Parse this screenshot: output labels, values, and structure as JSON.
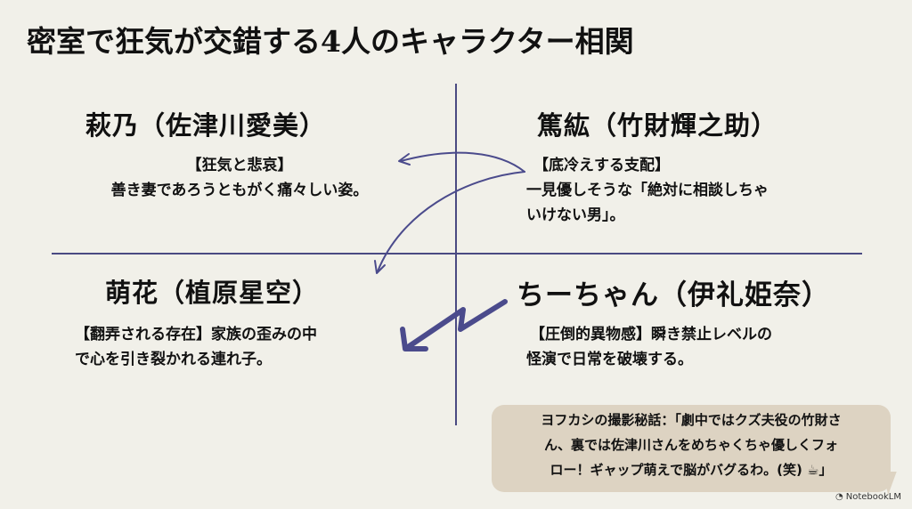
{
  "title": "密室で狂気が交錯する4人のキャラクター相関",
  "quadrants": {
    "top_left": {
      "name": "萩乃（佐津川愛美）",
      "tag": "【狂気と悲哀】",
      "desc_lines": [
        "善き妻であろうともがく痛々しい姿。"
      ]
    },
    "top_right": {
      "name": "篤紘（竹財輝之助）",
      "tag": "【底冷えする支配】",
      "desc_lines": [
        "一見優しそうな「絶対に相談しちゃ",
        "いけない男」。"
      ]
    },
    "bottom_left": {
      "name": "萌花（植原星空）",
      "desc_lines": [
        "【翻弄される存在】家族の歪みの中",
        "で心を引き裂かれる連れ子。"
      ]
    },
    "bottom_right": {
      "name": "ちーちゃん（伊礼姫奈）",
      "desc_lines": [
        "【圧倒的異物感】瞬き禁止レベルの",
        "怪演で日常を破壊する。"
      ]
    }
  },
  "arrows": [
    {
      "from": "篤紘",
      "to": "萩乃",
      "style": "curved-thin"
    },
    {
      "from": "篤紘",
      "to": "萌花",
      "style": "curved-thin"
    },
    {
      "from": "ちーちゃん",
      "to": "萌花",
      "style": "zigzag-bold"
    }
  ],
  "bubble": {
    "lines": [
      "ヨフカシの撮影秘話：「劇中ではクズ夫役の竹財さ",
      "ん、裏では佐津川さんをめちゃくちゃ優しくフォ",
      "ロー！ギャップ萌えで脳がバグるわ。(笑) ☕」"
    ]
  },
  "watermark": {
    "icon": "notebooklm-logo-icon",
    "label": "NotebookLM"
  },
  "colors": {
    "background": "#f1f0e9",
    "axis": "#4a4a82",
    "arrow": "#4b4b8c",
    "bubble": "#ddd3c2"
  }
}
